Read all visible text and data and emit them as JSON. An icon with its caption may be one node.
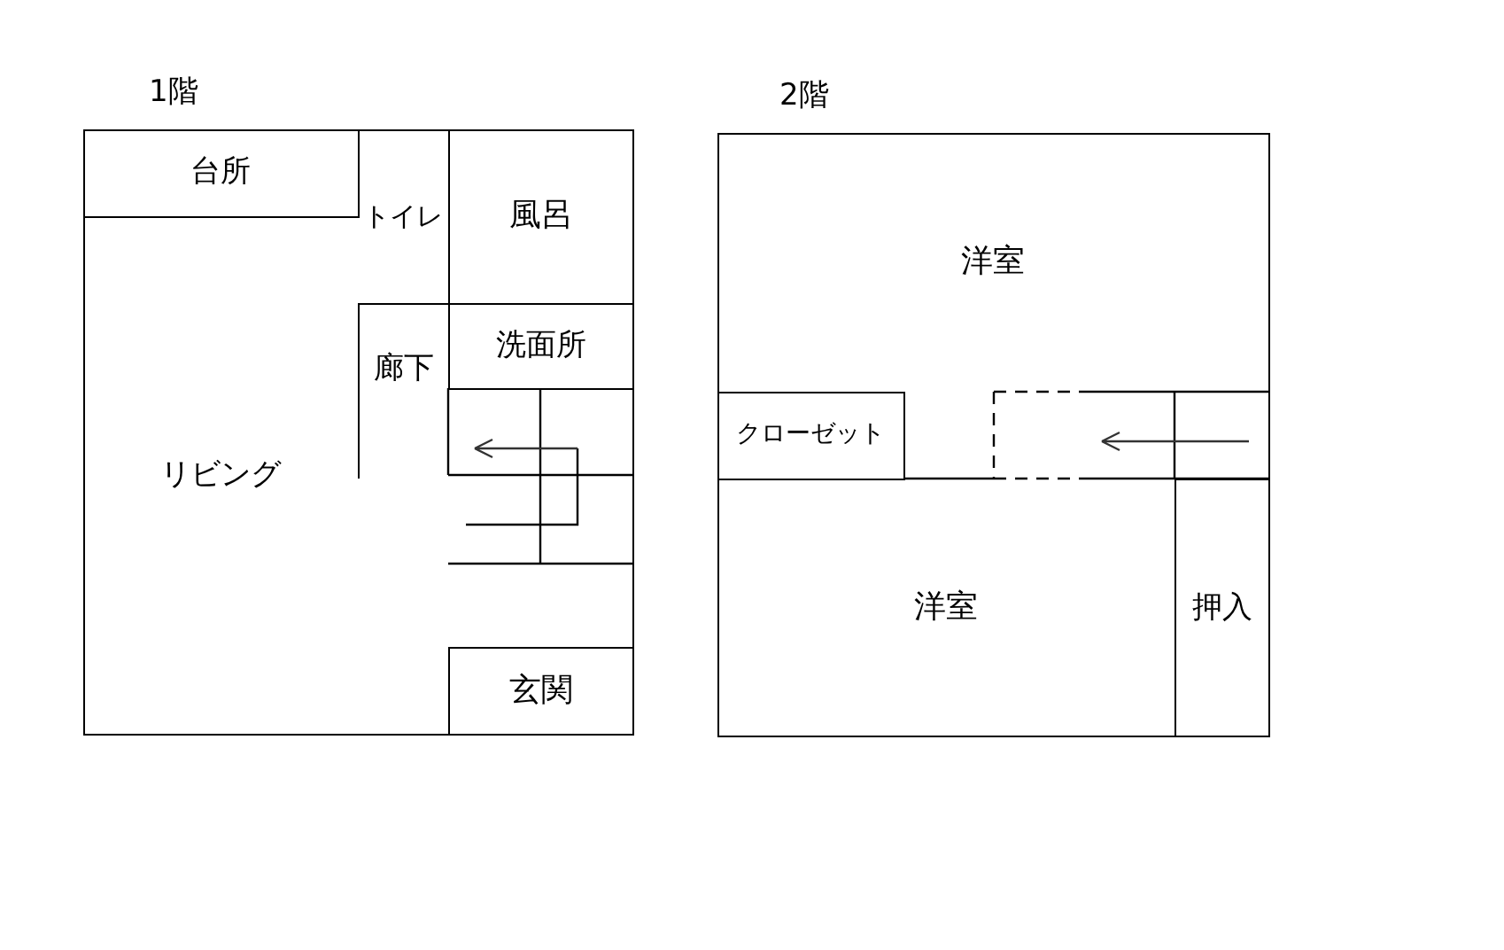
{
  "diagram": {
    "nodes": [
      {
        "text": [
          "1階"
        ]
      },
      {
        "text": [
          "台所"
        ],
        "in": 0
      },
      {
        "text": [
          "トイレ"
        ],
        "in": 0
      },
      {
        "text": [
          "風呂"
        ],
        "in": 0
      },
      {
        "text": [
          "洗面所"
        ],
        "in": 0
      },
      {
        "text": [
          "廊下"
        ],
        "in": 0
      },
      {
        "text": [
          "リビング"
        ],
        "in": 0
      },
      {
        "text": [
          "玄関"
        ],
        "in": 0
      },
      {
        "text": [
          "2階"
        ]
      },
      {
        "text": [
          "洋室"
        ],
        "in": 8
      },
      {
        "text": [
          "クローゼット"
        ],
        "in": 8
      },
      {
        "text": [
          "押入"
        ],
        "in": 8
      },
      {
        "text": [
          "洋室"
        ],
        "in": 8
      }
    ]
  }
}
